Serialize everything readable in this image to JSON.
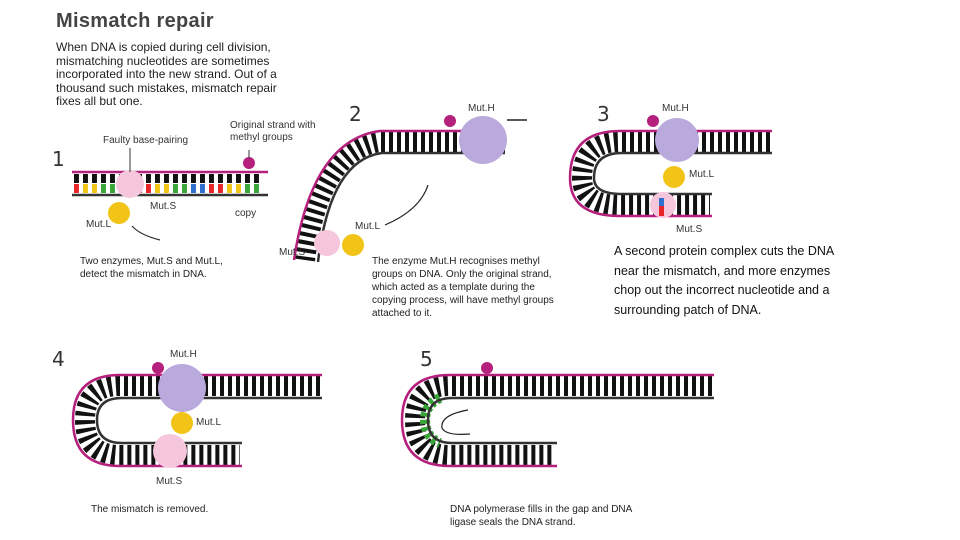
{
  "title": "Mismatch repair",
  "intro": "When DNA is copied during cell division, mismatching nucleotides are sometimes incorporated into the new strand. Out of a thousand such mistakes, mismatch repair fixes all but one.",
  "steps": {
    "s1": {
      "number": "1",
      "label_faulty": "Faulty base-pairing",
      "label_original": "Original strand with methyl groups",
      "label_copy": "copy",
      "label_muts": "Mut.S",
      "label_mutl": "Mut.L",
      "caption": "Two enzymes, Mut.S and Mut.L, detect the mismatch in DNA."
    },
    "s2": {
      "number": "2",
      "label_muth": "Mut.H",
      "label_mutl": "Mut.L",
      "label_muts": "Mut.S",
      "caption": "The enzyme Mut.H recognises methyl groups on DNA. Only the original strand, which acted as a template during the copying process, will have methyl groups attached to it."
    },
    "s3": {
      "number": "3",
      "label_muth": "Mut.H",
      "label_mutl": "Mut.L",
      "label_muts": "Mut.S",
      "caption": "A second protein complex cuts the DNA near the mismatch, and more enzymes chop out the incorrect nucleotide and a surrounding patch of DNA."
    },
    "s4": {
      "number": "4",
      "label_muth": "Mut.H",
      "label_mutl": "Mut.L",
      "label_muts": "Mut.S",
      "caption": "The mismatch is removed."
    },
    "s5": {
      "number": "5",
      "caption": "DNA polymerase fills in the gap and DNA ligase seals the DNA strand."
    }
  },
  "colors": {
    "backbone_original": "#b5207c",
    "backbone_copy": "#333333",
    "methyl": "#b5207c",
    "muth": "#b9a9dc",
    "mutl": "#f2c418",
    "muts": "#f6c6dc",
    "base_red": "#e8262a",
    "base_blue": "#2f6fd0",
    "base_green": "#3aa63a",
    "base_yellow": "#f2c418"
  }
}
